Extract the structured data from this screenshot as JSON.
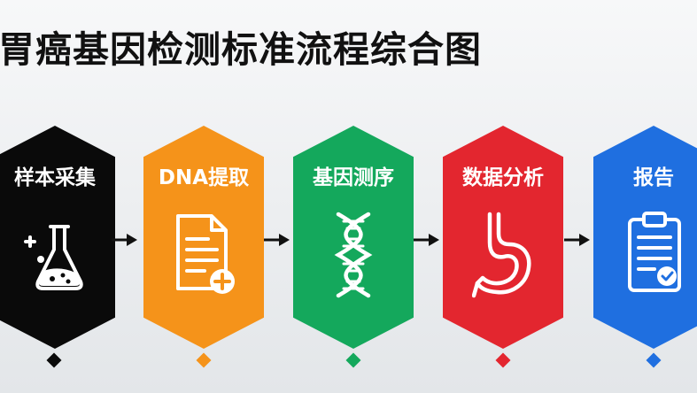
{
  "title": "胃癌基因检测标准流程综合图",
  "steps": [
    {
      "label": "样本采集",
      "icon": "flask-icon",
      "color": "#0a0a0a"
    },
    {
      "label": "DNA提取",
      "icon": "document-add-icon",
      "color": "#f5931a"
    },
    {
      "label": "基因测序",
      "icon": "dna-icon",
      "color": "#14a85c"
    },
    {
      "label": "数据分析",
      "icon": "stomach-icon",
      "color": "#e3262f"
    },
    {
      "label": "报告",
      "icon": "clipboard-check-icon",
      "color": "#1f6fe0"
    }
  ],
  "arrow_color": "#111111",
  "marker_colors": [
    "#0a0a0a",
    "#f5931a",
    "#14a85c",
    "#e3262f",
    "#1f6fe0"
  ]
}
